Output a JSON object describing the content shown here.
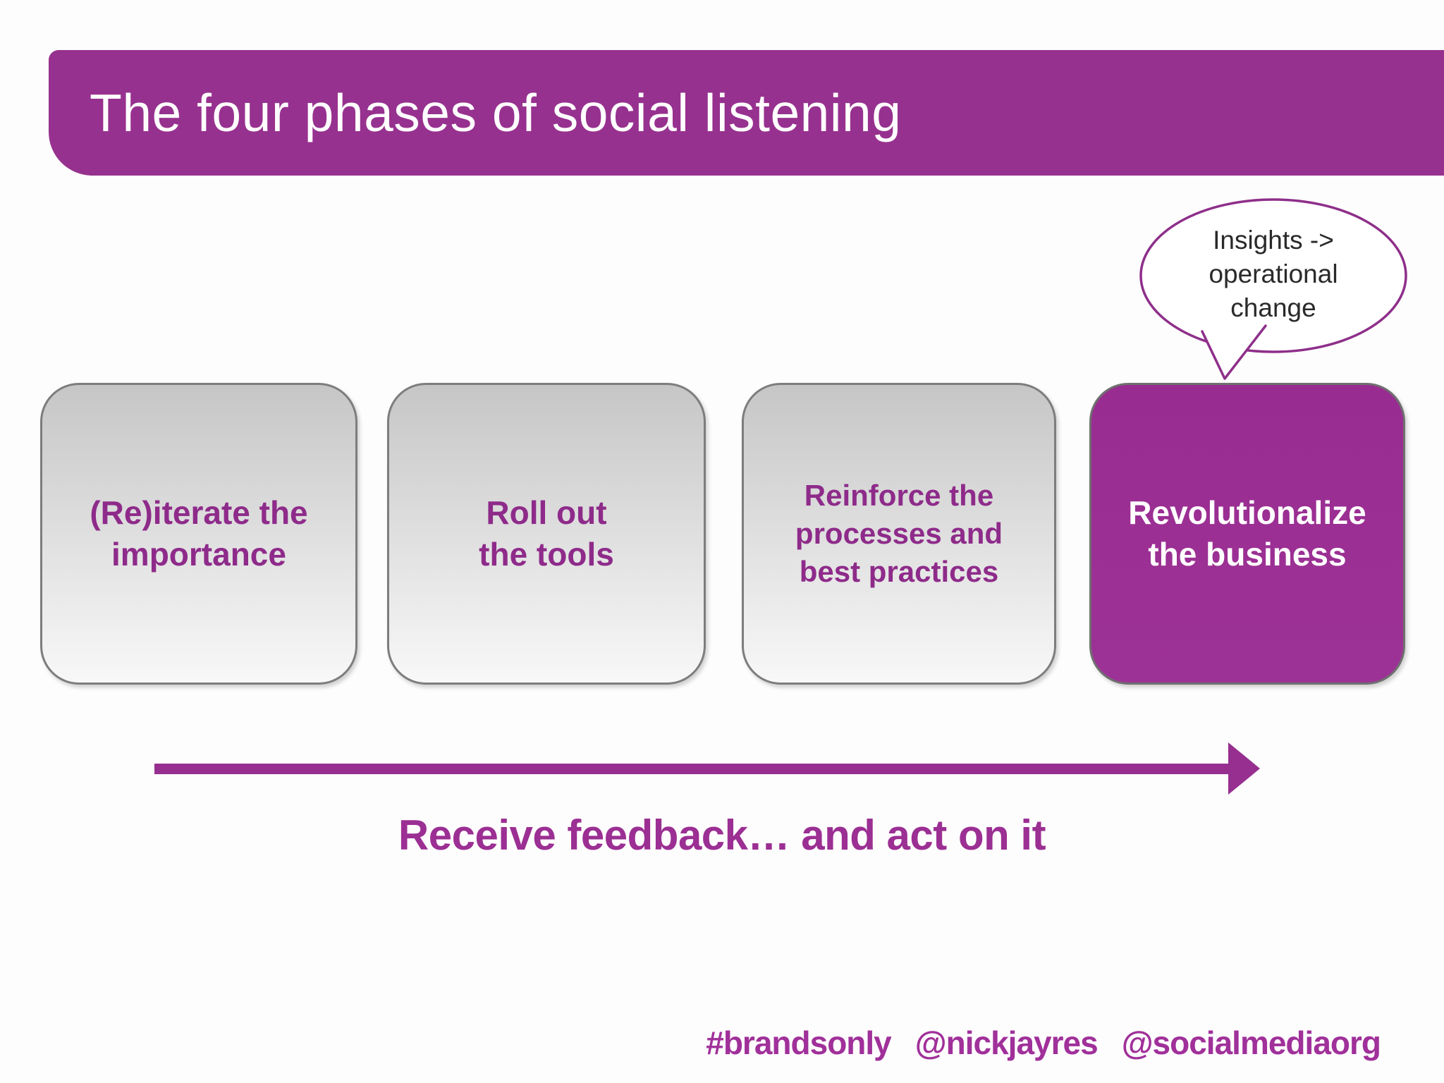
{
  "slide": {
    "title": "The four phases of social listening",
    "callout": {
      "text": "Insights ->\noperational\nchange"
    },
    "phases": [
      {
        "label": "(Re)iterate the\nimportance",
        "highlighted": false
      },
      {
        "label": "Roll out\nthe tools",
        "highlighted": false
      },
      {
        "label": "Reinforce the\nprocesses and\nbest practices",
        "highlighted": false
      },
      {
        "label": "Revolutionalize\nthe business",
        "highlighted": true
      }
    ],
    "arrow_caption": "Receive feedback… and act on it",
    "footer": [
      "#brandsonly",
      "@nickjayres",
      "@socialmediaorg"
    ],
    "colors": {
      "banner_purple": "#97318f",
      "highlight_box_purple": "#992c91",
      "box_text_purple": "#8e2b8a",
      "arrow_purple": "#962f90",
      "caption_purple": "#9b2f93",
      "footer_purple": "#a0309a",
      "gray_box_top": "#c6c6c6",
      "gray_box_bottom": "#f8f8f8",
      "box_border_gray": "#7d7d7d",
      "callout_text_color": "#2a2a2a",
      "background": "#fdfdfd"
    }
  }
}
